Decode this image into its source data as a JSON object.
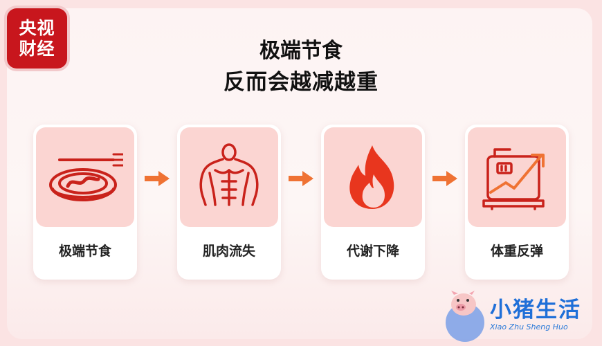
{
  "logo": {
    "line1": "央视",
    "line2": "财经"
  },
  "title": {
    "line1": "极端节食",
    "line2": "反而会越减越重"
  },
  "steps": [
    {
      "label": "极端节食",
      "icon": "plate-fork-icon"
    },
    {
      "label": "肌肉流失",
      "icon": "muscle-torso-icon"
    },
    {
      "label": "代谢下降",
      "icon": "flame-icon"
    },
    {
      "label": "体重反弹",
      "icon": "scale-trend-up-icon"
    }
  ],
  "watermark": {
    "title": "小猪生活",
    "subtitle": "Xiao Zhu Sheng Huo"
  },
  "colors": {
    "icon": "#c9221b",
    "arrow": "#ef7233",
    "iconbox": "#fbd5d2",
    "logo": "#c8161d"
  }
}
